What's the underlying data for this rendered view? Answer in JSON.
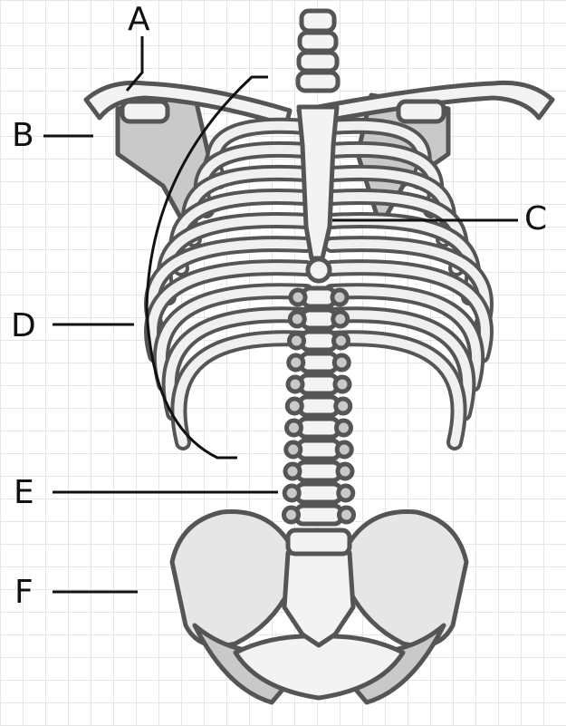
{
  "labels": {
    "a": "A",
    "b": "B",
    "c": "C",
    "d": "D",
    "e": "E",
    "f": "F"
  },
  "colors": {
    "background": "#ffffff",
    "grid": "#e6e6e6",
    "bone_fill": "#e6e6e6",
    "bone_outline": "#555555",
    "text": "#111111"
  }
}
